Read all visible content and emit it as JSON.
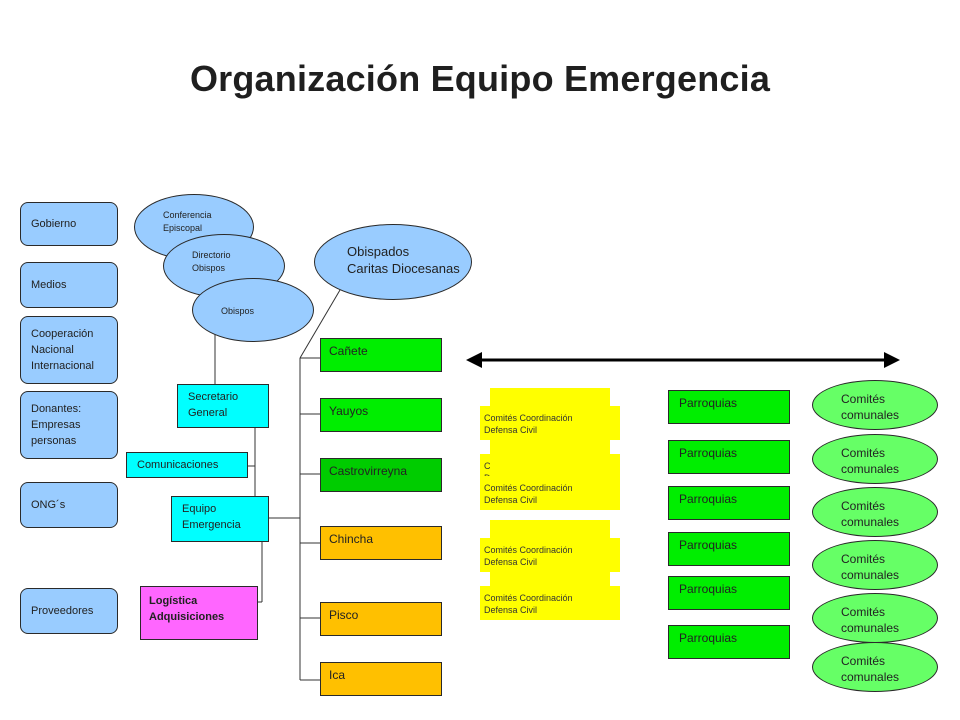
{
  "title": "Organización Equipo Emergencia",
  "stakeholders": [
    "Gobierno",
    "Medios",
    "Cooperación\nNacional\nInternacional",
    "Donantes:\nEmpresas\npersonas",
    "ONG´s",
    "Proveedores"
  ],
  "church": {
    "conferencia": "Conferencia\nEpiscopal",
    "directorio": "Directorio\nObispos",
    "obispos": "Obispos",
    "obispados": "Obispados\nCaritas Diocesanas"
  },
  "team": {
    "secretario": "Secretario\nGeneral",
    "comunicaciones": "Comunicaciones",
    "equipo": "Equipo\nEmergencia",
    "logistica": "Logística\nAdquisiciones"
  },
  "dioceses": [
    "Cañete",
    "Yauyos",
    "Castrovirreyna",
    "Chincha",
    "Pisco",
    "Ica"
  ],
  "comites_coordinacion": "Comités Coordinación\nDefensa Civil",
  "parroquias": "Parroquias",
  "comites_comunales": "Comités\ncomunales",
  "colors": {
    "light_blue": "#99ccff",
    "cyan": "#00ffff",
    "magenta": "#ff66ff",
    "green": "#00ee00",
    "orange": "#ffc000",
    "yellow": "#ffff00",
    "light_green": "#66ff66"
  }
}
